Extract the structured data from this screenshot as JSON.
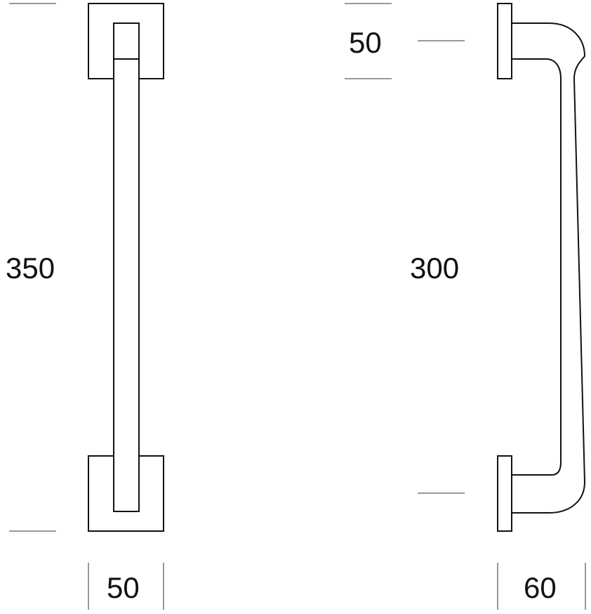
{
  "dimensions": {
    "front_height": "350",
    "front_width": "50",
    "side_rose_height": "50",
    "side_centers": "300",
    "side_projection": "60"
  },
  "colors": {
    "line": "#111111",
    "background": "#ffffff"
  }
}
